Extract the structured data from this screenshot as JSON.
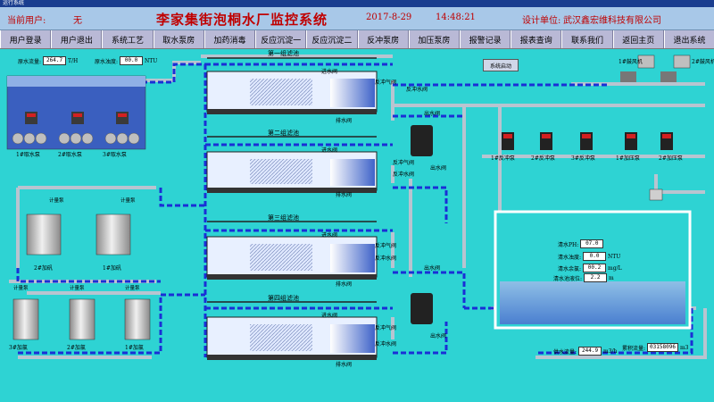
{
  "window": {
    "title": "运行系统"
  },
  "header": {
    "user_label": "当前用户:",
    "user_value": "无",
    "title": "李家集街泡桐水厂监控系统",
    "date": "2017-8-29",
    "time": "14:48:21",
    "designer_label": "设计单位:",
    "designer_value": "武汉鑫宏维科技有限公司"
  },
  "menu": [
    "用户登录",
    "用户退出",
    "系统工艺",
    "取水泵房",
    "加药消毒",
    "反应沉淀一",
    "反应沉淀二",
    "反冲泵房",
    "加压泵房",
    "报警记录",
    "报表查询",
    "联系我们",
    "返回主页",
    "退出系统"
  ],
  "readouts": {
    "raw_flow_label": "原水流量:",
    "raw_flow_value": "264.7",
    "raw_flow_unit": "T/H",
    "raw_turb_label": "原水浊度:",
    "raw_turb_value": "00.0",
    "raw_turb_unit": "NTU"
  },
  "system_button": "系统启动",
  "pools": [
    "第一组滤池",
    "第二组滤池",
    "第三组滤池",
    "第四组滤池"
  ],
  "valves": {
    "inlet": "进水阀",
    "backwash_air": "反冲气阀",
    "backwash_water": "反冲水阀",
    "outlet": "出水阀",
    "drain": "排水阀"
  },
  "intake_pumps": [
    "1#取水泵",
    "2#取水泵",
    "3#取水泵"
  ],
  "backwash_pumps": [
    "1#反冲泵",
    "2#反冲泵",
    "3#反冲泵"
  ],
  "boost_pumps": [
    "1#加压泵",
    "2#加压泵"
  ],
  "blowers": [
    "1#鼓风机",
    "2#鼓风机"
  ],
  "dosing_meter": "计量泵",
  "alum": [
    "2#加矾",
    "1#加矾"
  ],
  "chlorine": [
    "3#加氯",
    "2#加氯",
    "1#加氯"
  ],
  "tank": {
    "ph_label": "清水PH:",
    "ph_value": "07.0",
    "turb_label": "清水浊度:",
    "turb_value": "0.0",
    "turb_unit": "NTU",
    "cl_label": "清水余氯:",
    "cl_value": "00.2",
    "cl_unit": "mg/L",
    "level_label": "清水池液位:",
    "level_value": "2.2",
    "level_unit": "m"
  },
  "supply": {
    "flow_label": "供水流量:",
    "flow_value": "244.9",
    "flow_unit": "m3/h",
    "total_label": "累积流量:",
    "total_value": "03158096",
    "total_unit": "m3"
  },
  "colors": {
    "background": "#2ed3d3",
    "pipe_blue": "#1a2fd6",
    "pipe_gray": "#b8c4d0",
    "title_red": "#c00000",
    "menu_bg": "#b9b9d6"
  }
}
